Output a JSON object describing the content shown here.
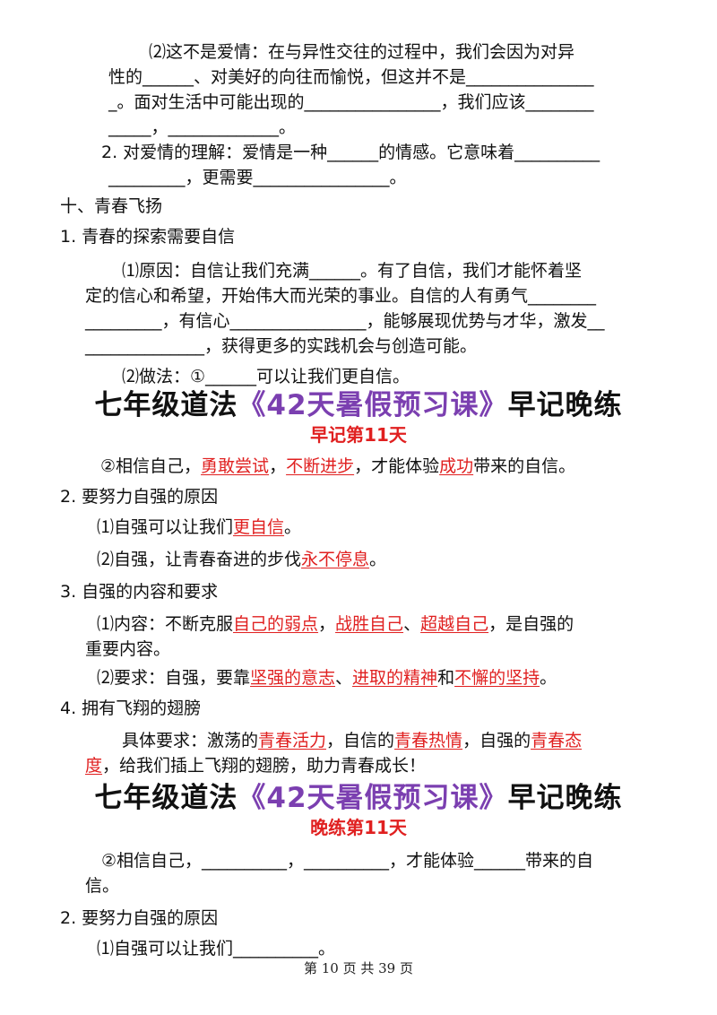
{
  "top_section": {
    "l1": "⑵这不是爱情：在与异性交往的过程中，我们会因为对异",
    "l2": "性的______、对美好的向往而愉悦，但这并不是_______________",
    "l3": "_。面对生活中可能出现的________________，我们应该________",
    "l4": "_____，_____________。",
    "l5": "2. 对爱情的理解：爱情是一种______的情感。它意味着__________",
    "l6": "_________，更需要________________。"
  },
  "section10": {
    "heading": "十、青春飞扬",
    "item1": "1. 青春的探索需要自信",
    "p1_l1": "⑴原因：自信让我们充满______。有了自信，我们才能怀着坚",
    "p1_l2": "定的信心和希望，开始伟大而光荣的事业。自信的人有勇气________",
    "p1_l3": "_________，有信心________________，能够展现优势与才华，激发__",
    "p1_l4": "______________，获得更多的实践机会与创造可能。",
    "p2": "⑵做法：①______可以让我们更自信。"
  },
  "morning": {
    "title_prefix": "七年级道法",
    "title_purple": "《42天暑假预习课》",
    "title_suffix": "早记晚练",
    "subtitle": "早记第11天",
    "l1_a": "②相信自己，",
    "l1_r1": "勇敢尝试",
    "l1_b": "，",
    "l1_r2": "不断进步",
    "l1_c": "，才能体验",
    "l1_r3": "成功",
    "l1_d": "带来的自信。",
    "item2": "2. 要努力自强的原因",
    "i2_1a": "⑴自强可以让我们",
    "i2_1r": "更自信",
    "i2_1b": "。",
    "i2_2a": "⑵自强，让青春奋进的步伐",
    "i2_2r": "永不停息",
    "i2_2b": "。",
    "item3": "3. 自强的内容和要求",
    "i3_1a": "⑴内容：不断克服",
    "i3_1r1": "自己的弱点",
    "i3_1b": "，",
    "i3_1r2": "战胜自己",
    "i3_1c": "、",
    "i3_1r3": "超越自己",
    "i3_1d": "，是自强的",
    "i3_1e": "重要内容。",
    "i3_2a": "⑵要求：自强，要靠",
    "i3_2r1": "坚强的意志",
    "i3_2b": "、",
    "i3_2r2": "进取的精神",
    "i3_2c": "和",
    "i3_2r3": "不懈的坚持",
    "i3_2d": "。",
    "item4": "4. 拥有飞翔的翅膀",
    "i4_a": "具体要求：激荡的",
    "i4_r1": "青春活力",
    "i4_b": "，自信的",
    "i4_r2": "青春热情",
    "i4_c": "，自强的",
    "i4_r3": "青春态",
    "i4_r4": "度",
    "i4_d": "，给我们插上飞翔的翅膀，助力青春成长！"
  },
  "evening": {
    "title_prefix": "七年级道法",
    "title_purple": "《42天暑假预习课》",
    "title_suffix": "早记晚练",
    "subtitle": "晚练第11天",
    "l1": "②相信自己，__________，__________，才能体验______带来的自",
    "l2": "信。",
    "item2": "2. 要努力自强的原因",
    "i2_1": "⑴自强可以让我们__________。"
  },
  "footer": "第 10 页 共 39 页"
}
